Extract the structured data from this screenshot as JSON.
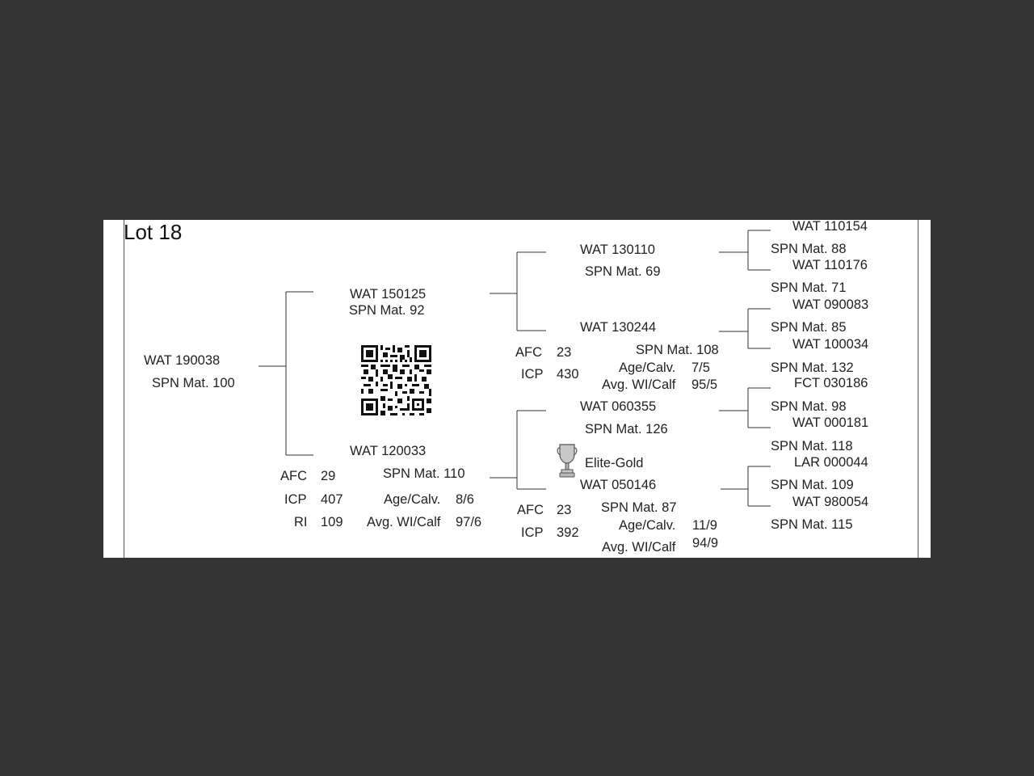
{
  "lot_title": "Lot 18",
  "animal": {
    "id": "WAT 190038",
    "spn": "SPN Mat. 100"
  },
  "sire": {
    "id": "WAT 150125",
    "spn": "SPN Mat. 92",
    "sire": {
      "id": "WAT 130110",
      "spn": "SPN Mat. 69",
      "sire": {
        "id": "WAT 110154",
        "spn": "SPN Mat. 88"
      },
      "dam": {
        "id": "WAT 110176",
        "spn": "SPN Mat. 71"
      }
    },
    "dam": {
      "id": "WAT 130244",
      "spn": "SPN Mat. 108",
      "sire": {
        "id": "WAT 090083",
        "spn": "SPN Mat. 85"
      },
      "dam": {
        "id": "WAT 100034",
        "spn": "SPN Mat. 132"
      },
      "stats": {
        "afc_label": "AFC",
        "afc": "23",
        "icp_label": "ICP",
        "icp": "430",
        "age_label": "Age/Calv.",
        "age": "7/5",
        "wi_label": "Avg. WI/Calf",
        "wi": "95/5"
      }
    }
  },
  "dam": {
    "id": "WAT 120033",
    "spn": "SPN Mat. 110",
    "stats": {
      "afc_label": "AFC",
      "afc": "29",
      "icp_label": "ICP",
      "icp": "407",
      "ri_label": "RI",
      "ri": "109",
      "age_label": "Age/Calv.",
      "age": "8/6",
      "wi_label": "Avg. WI/Calf",
      "wi": "97/6"
    },
    "sire": {
      "id": "WAT 060355",
      "spn": "SPN Mat. 126",
      "sire": {
        "id": "FCT 030186",
        "spn": "SPN Mat. 98"
      },
      "dam": {
        "id": "WAT 000181",
        "spn": "SPN Mat. 118"
      }
    },
    "dam": {
      "id": "WAT 050146",
      "spn": "SPN Mat. 87",
      "award": "Elite-Gold",
      "sire": {
        "id": "LAR 000044",
        "spn": "SPN Mat. 109"
      },
      "dam": {
        "id": "WAT 980054",
        "spn": "SPN Mat. 115"
      },
      "stats": {
        "afc_label": "AFC",
        "afc": "23",
        "icp_label": "ICP",
        "icp": "392",
        "age_label": "Age/Calv.",
        "age": "11/9",
        "wi_label": "Avg. WI/Calf",
        "wi": "94/9"
      }
    }
  },
  "icons": {
    "qr": "qr-code-icon",
    "trophy": "trophy-icon"
  }
}
